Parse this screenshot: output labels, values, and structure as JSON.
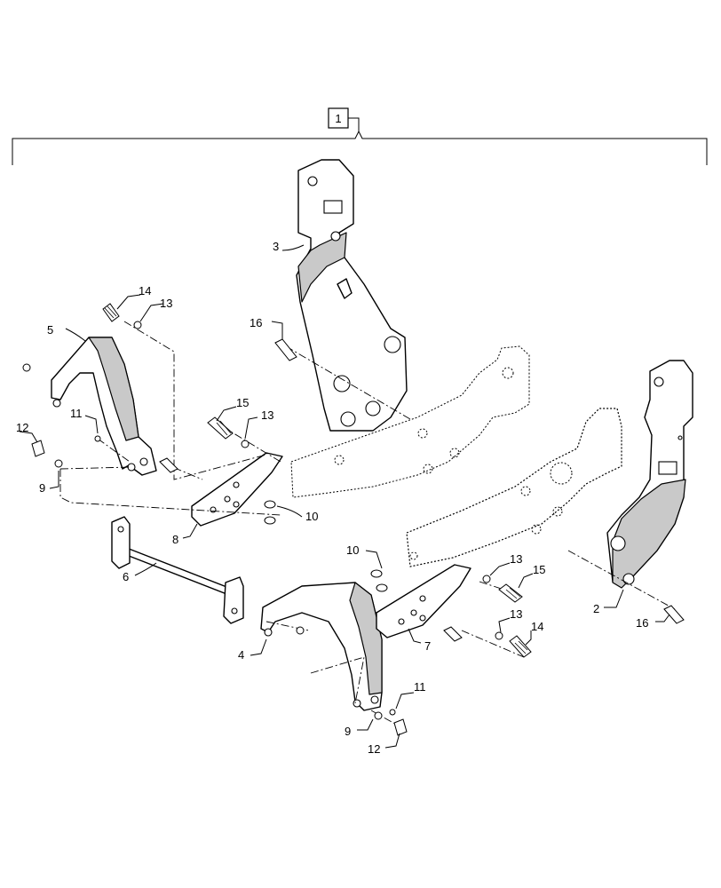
{
  "diagram": {
    "assembly_label": "1",
    "callouts": [
      {
        "id": "c1-2",
        "text": "2"
      },
      {
        "id": "c3",
        "text": "3"
      },
      {
        "id": "c4",
        "text": "4"
      },
      {
        "id": "c5",
        "text": "5"
      },
      {
        "id": "c6",
        "text": "6"
      },
      {
        "id": "c7",
        "text": "7"
      },
      {
        "id": "c8",
        "text": "8"
      },
      {
        "id": "c9a",
        "text": "9"
      },
      {
        "id": "c9b",
        "text": "9"
      },
      {
        "id": "c10a",
        "text": "10"
      },
      {
        "id": "c10b",
        "text": "10"
      },
      {
        "id": "c11a",
        "text": "11"
      },
      {
        "id": "c11b",
        "text": "11"
      },
      {
        "id": "c12a",
        "text": "12"
      },
      {
        "id": "c12b",
        "text": "12"
      },
      {
        "id": "c13a",
        "text": "13"
      },
      {
        "id": "c13b",
        "text": "13"
      },
      {
        "id": "c13c",
        "text": "13"
      },
      {
        "id": "c13d",
        "text": "13"
      },
      {
        "id": "c14a",
        "text": "14"
      },
      {
        "id": "c14b",
        "text": "14"
      },
      {
        "id": "c15a",
        "text": "15"
      },
      {
        "id": "c15b",
        "text": "15"
      },
      {
        "id": "c16a",
        "text": "16"
      },
      {
        "id": "c16b",
        "text": "16"
      }
    ]
  }
}
